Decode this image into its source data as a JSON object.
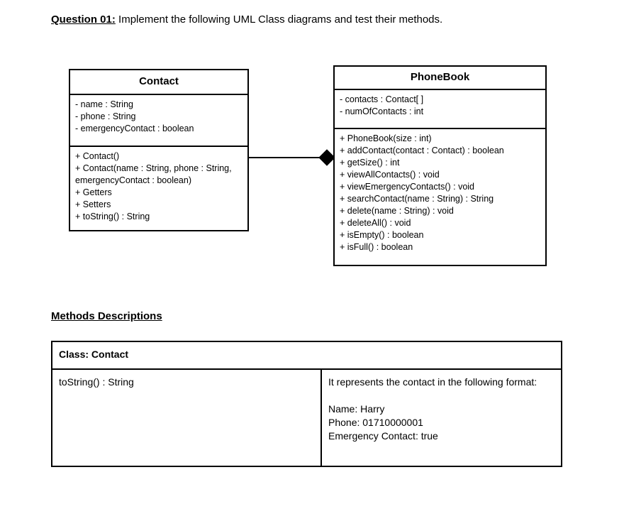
{
  "question": {
    "label": "Question 01:",
    "text": " Implement the following UML Class diagrams and test their methods."
  },
  "diagram": {
    "relationship": {
      "type": "composition",
      "from": "Contact",
      "to": "PhoneBook",
      "marker": "filled-diamond"
    },
    "classes": [
      {
        "name": "Contact",
        "attributes": [
          "- name : String",
          "- phone : String",
          "- emergencyContact : boolean"
        ],
        "methods": [
          "+ Contact()",
          "+ Contact(name : String, phone : String, emergencyContact : boolean)",
          "+ Getters",
          "+ Setters",
          "+ toString() : String"
        ]
      },
      {
        "name": "PhoneBook",
        "attributes": [
          "- contacts : Contact[ ]",
          "- numOfContacts : int"
        ],
        "methods": [
          "+ PhoneBook(size : int)",
          "+ addContact(contact : Contact) : boolean",
          "+ getSize() : int",
          "+ viewAllContacts() : void",
          "+ viewEmergencyContacts() : void",
          "+ searchContact(name : String) : String",
          "+ delete(name : String) : void",
          "+ deleteAll() : void",
          "+ isEmpty() : boolean",
          "+ isFull() : boolean"
        ]
      }
    ]
  },
  "methods_descriptions": {
    "heading": "Methods Descriptions",
    "table": {
      "header": "Class: Contact",
      "rows": [
        {
          "signature": "toString() : String",
          "description": "It represents the contact in the following format:\n\nName: Harry\nPhone: 01710000001\nEmergency Contact: true"
        }
      ]
    }
  },
  "colors": {
    "ink": "#000000",
    "page": "#ffffff"
  }
}
